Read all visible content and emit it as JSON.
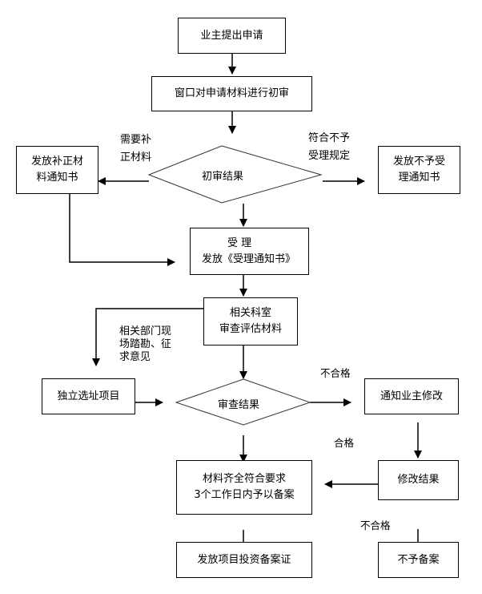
{
  "nodes": {
    "submit": {
      "lines": [
        "业主提出申请"
      ]
    },
    "initial_review": {
      "lines": [
        "窗口对申请材料进行初审"
      ]
    },
    "initial_result": {
      "lines": [
        "初审结果"
      ]
    },
    "supplement_notice": {
      "lines": [
        "发放补正材",
        "料通知书"
      ]
    },
    "reject_notice": {
      "lines": [
        "发放不予受",
        "理通知书"
      ]
    },
    "accept": {
      "lines": [
        "受 理",
        "发放《受理通知书》"
      ]
    },
    "dept_review": {
      "lines": [
        "相关科室",
        "审查评估材料"
      ]
    },
    "independent_site": {
      "lines": [
        "独立选址项目"
      ]
    },
    "review_result": {
      "lines": [
        "审查结果"
      ]
    },
    "notify_owner": {
      "lines": [
        "通知业主修改"
      ]
    },
    "materials_ok": {
      "lines": [
        "材料齐全符合要求",
        "3个工作日内予以备案"
      ]
    },
    "revision_result": {
      "lines": [
        "修改结果"
      ]
    },
    "issue_certificate": {
      "lines": [
        "发放项目投资备案证"
      ]
    },
    "no_filing": {
      "lines": [
        "不予备案"
      ]
    }
  },
  "edge_labels": {
    "need_supplement": [
      "需要补",
      "正材料"
    ],
    "not_accept_rules": [
      "符合不予",
      "受理规定"
    ],
    "site_inspection": [
      "相关部门现",
      "场踏勘、征",
      "求意见"
    ],
    "fail_1": "不合格",
    "pass": "合格",
    "fail_2": "不合格"
  }
}
